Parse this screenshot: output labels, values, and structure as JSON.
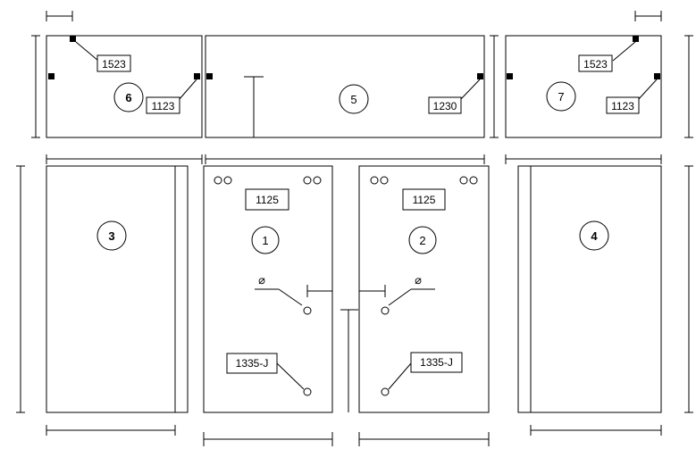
{
  "panels": {
    "p1": "1",
    "p2": "2",
    "p3": "3",
    "p4": "4",
    "p5": "5",
    "p6": "6",
    "p7": "7"
  },
  "labels": {
    "p6_top": "1523",
    "p6_right": "1123",
    "p5_right": "1230",
    "p7_top": "1523",
    "p7_right": "1123",
    "p1_top": "1125",
    "p2_top": "1125",
    "p1_bottom": "1335-J",
    "p2_bottom": "1335-J"
  },
  "symbols": {
    "diameter": "⌀",
    "holes": "OO"
  }
}
